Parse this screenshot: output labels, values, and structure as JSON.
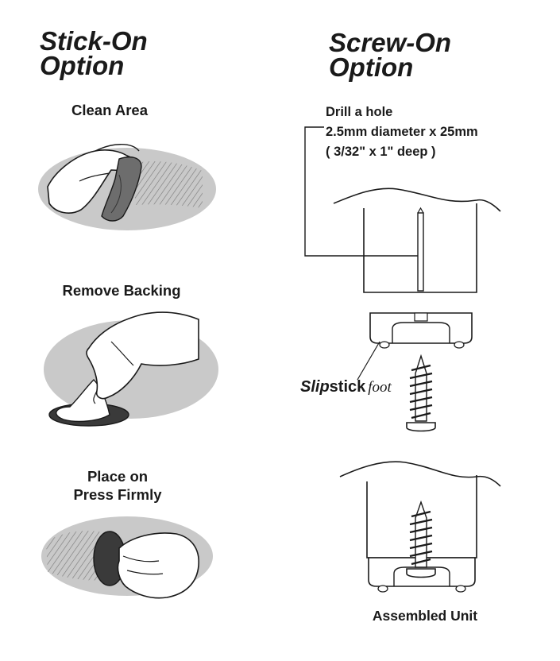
{
  "stick_on": {
    "title_line1": "Stick-On",
    "title_line2": "Option",
    "steps": [
      {
        "label_lines": [
          "Clean Area"
        ]
      },
      {
        "label_lines": [
          "Remove Backing"
        ]
      },
      {
        "label_lines": [
          "Place on",
          "Press Firmly"
        ]
      }
    ]
  },
  "screw_on": {
    "title_line1": "Screw-On",
    "title_line2": "Option",
    "drill_note": {
      "line1": "Drill a hole",
      "line2": "2.5mm diameter x 25mm",
      "line3": "( 3/32\" x 1\" deep )"
    },
    "foot_label": {
      "brand_italic": "Slip",
      "brand_bold": "stick",
      "suffix": "foot"
    },
    "assembled_label": "Assembled Unit"
  },
  "colors": {
    "ink": "#1a1a1a",
    "shadow": "#c9c9c9",
    "skin": "#ffffff",
    "pad": "#3a3a3a",
    "cloth": "#6d6d6d"
  }
}
